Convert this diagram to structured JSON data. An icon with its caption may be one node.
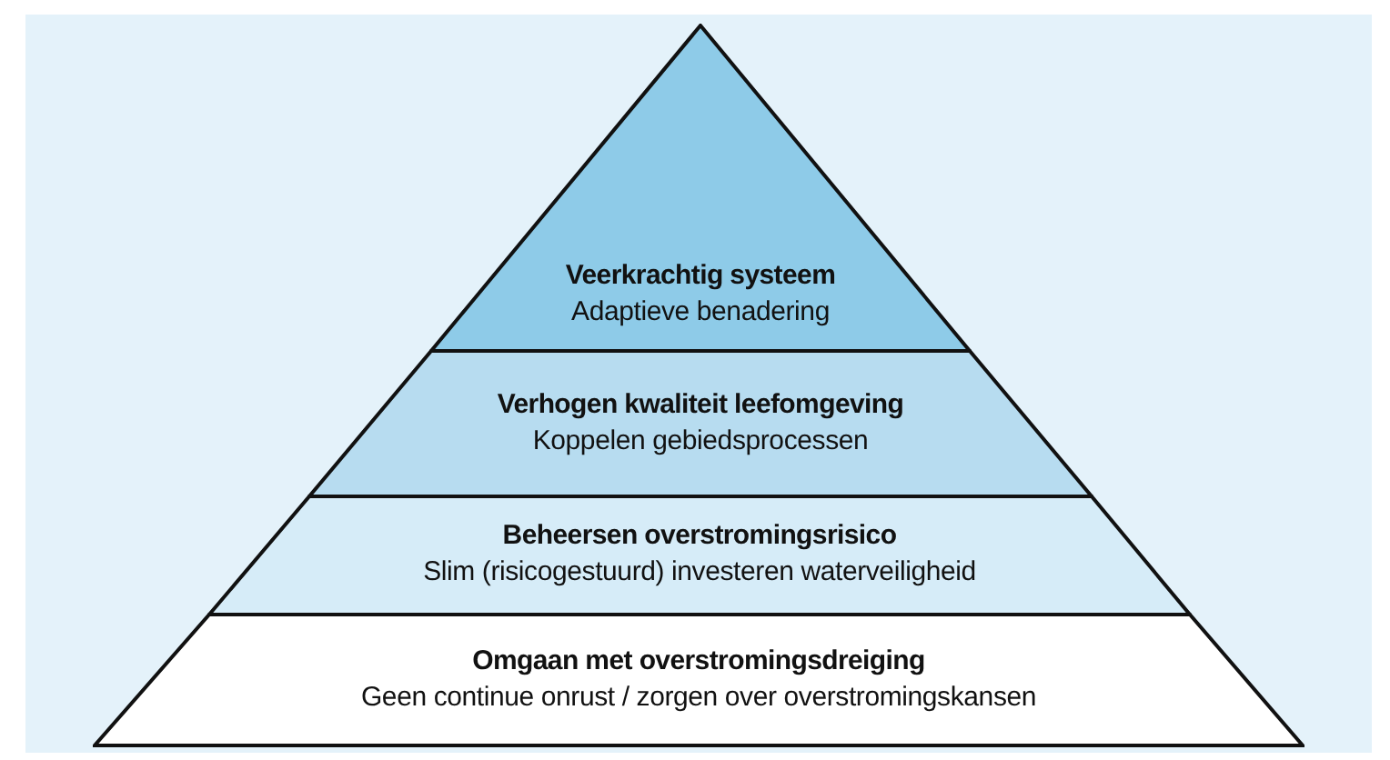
{
  "diagram": {
    "nodes": [
      {
        "text": [
          "Veerkrachtig systeem",
          "Adaptieve benadering"
        ]
      },
      {
        "text": [
          "Verhogen kwaliteit leefomgeving",
          "Koppelen gebiedsprocessen"
        ]
      },
      {
        "text": [
          "Beheersen overstromingsrisico",
          "Slim (risicogestuurd) investeren waterveiligheid"
        ]
      },
      {
        "text": [
          "Omgaan met overstromingsdreiging",
          "Geen continue onrust / zorgen over overstromingskansen"
        ]
      }
    ]
  }
}
